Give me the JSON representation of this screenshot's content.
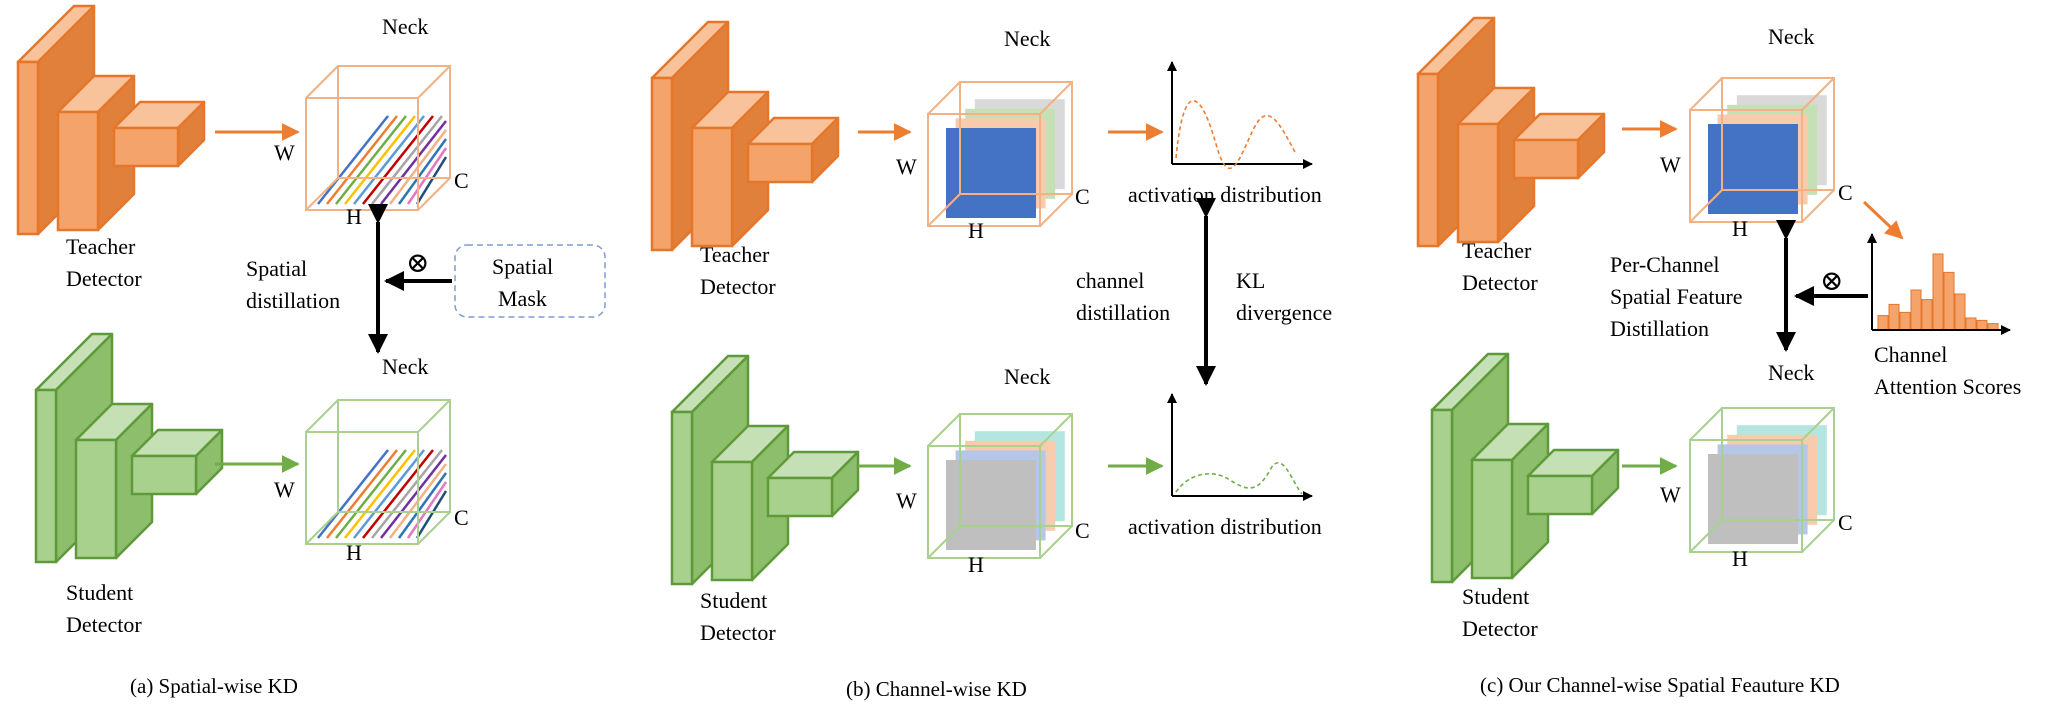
{
  "colors": {
    "teacher_face": "#F4A46A",
    "teacher_top": "#F8C39B",
    "teacher_side": "#E0803A",
    "teacher_stroke": "#E5762A",
    "student_face": "#A9D18E",
    "student_top": "#C5E0B4",
    "student_side": "#8DBE6C",
    "student_stroke": "#5E9A3A",
    "teacher_arrow": "#ED7D31",
    "student_arrow": "#70AD47",
    "blue_map": "#4472C4",
    "gray_map": "#BFBFBF",
    "light_gray_map": "#D9D9D9",
    "light_green_map": "#C5E0B4",
    "light_orange_map": "#F8CBAD",
    "light_blue_map": "#B4C7E7",
    "cyan_map": "#B4E5E0",
    "mask_border": "#7F9CD4",
    "hist_bar": "#F4A46A"
  },
  "icons": [
    "otimes-icon",
    "double-arrow-icon"
  ],
  "panel_a": {
    "teacher_label": [
      "Teacher",
      "Detector"
    ],
    "student_label": [
      "Student",
      "Detector"
    ],
    "neck_top": "Neck",
    "neck_bottom": "Neck",
    "dim_w": "W",
    "dim_h": "H",
    "dim_c": "C",
    "distill_label": [
      "Spatial",
      "distillation"
    ],
    "otimes": "⊗",
    "mask_label": [
      "Spatial",
      "Mask"
    ],
    "caption": "(a) Spatial-wise KD"
  },
  "panel_b": {
    "teacher_label": [
      "Teacher",
      "Detector"
    ],
    "student_label": [
      "Student",
      "Detector"
    ],
    "neck_top": "Neck",
    "neck_bottom": "Neck",
    "dim_w": "W",
    "dim_h": "H",
    "dim_c": "C",
    "activation_top": "activation distribution",
    "activation_bottom": "activation distribution",
    "distill_label": [
      "channel",
      "distillation"
    ],
    "kl_label": [
      "KL",
      "divergence"
    ],
    "caption": "(b) Channel-wise KD"
  },
  "panel_c": {
    "teacher_label": [
      "Teacher",
      "Detector"
    ],
    "student_label": [
      "Student",
      "Detector"
    ],
    "neck_top": "Neck",
    "neck_bottom": "Neck",
    "dim_w": "W",
    "dim_h": "H",
    "dim_c": "C",
    "distill_label": [
      "Per-Channel",
      "Spatial Feature",
      "Distillation"
    ],
    "otimes": "⊗",
    "attention_label": [
      "Channel",
      "Attention Scores"
    ],
    "hist_values": [
      0.18,
      0.32,
      0.22,
      0.5,
      0.38,
      0.95,
      0.72,
      0.45,
      0.15,
      0.12,
      0.08
    ],
    "caption": "(c)  Our Channel-wise Spatial Feauture KD"
  }
}
